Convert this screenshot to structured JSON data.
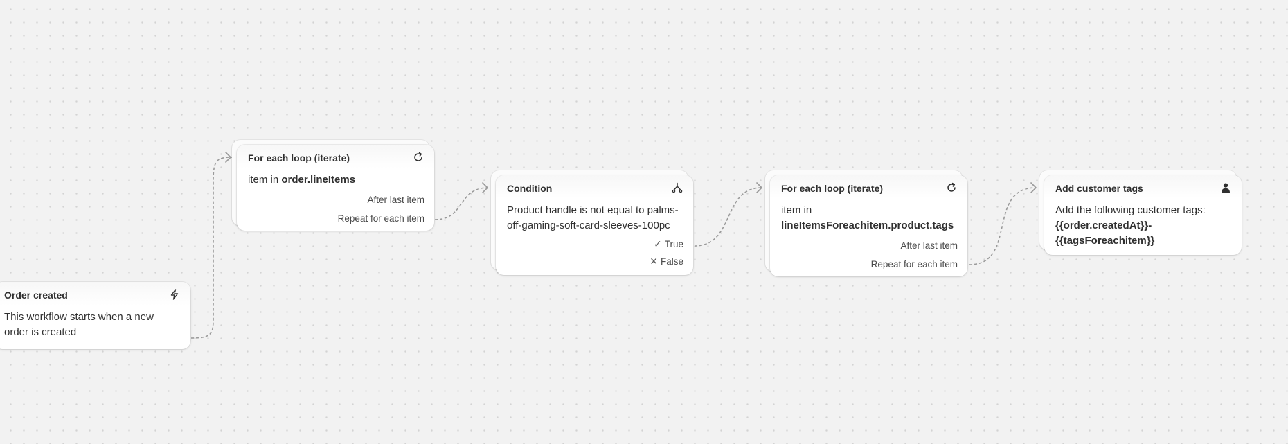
{
  "nodes": {
    "order_created": {
      "title": "Order created",
      "icon": "lightning-icon",
      "description": "This workflow starts when a new order is created"
    },
    "loop_1": {
      "title": "For each loop (iterate)",
      "icon": "refresh-icon",
      "body_prefix": "item in ",
      "body_strong": "order.lineItems",
      "branches": [
        "After last item",
        "Repeat for each item"
      ]
    },
    "condition": {
      "title": "Condition",
      "icon": "branch-icon",
      "description": "Product handle is not equal to palms-off-gaming-soft-card-sleeves-100pc",
      "branches": [
        "True",
        "False"
      ],
      "branch_marks": [
        "✓",
        "✕"
      ]
    },
    "loop_2": {
      "title": "For each loop (iterate)",
      "icon": "refresh-icon",
      "body_prefix": "item in",
      "body_strong": "lineItemsForeachitem.product.tags",
      "branches": [
        "After last item",
        "Repeat for each item"
      ]
    },
    "add_tags": {
      "title": "Add customer tags",
      "icon": "person-icon",
      "body_prefix": "Add the following customer tags:",
      "body_strong": "{{order.createdAt}}-{{tagsForeachitem}}"
    }
  },
  "colors": {
    "canvas": "#f2f2f2",
    "card": "#ffffff",
    "connector": "#9a9a9a",
    "text": "#303030"
  }
}
